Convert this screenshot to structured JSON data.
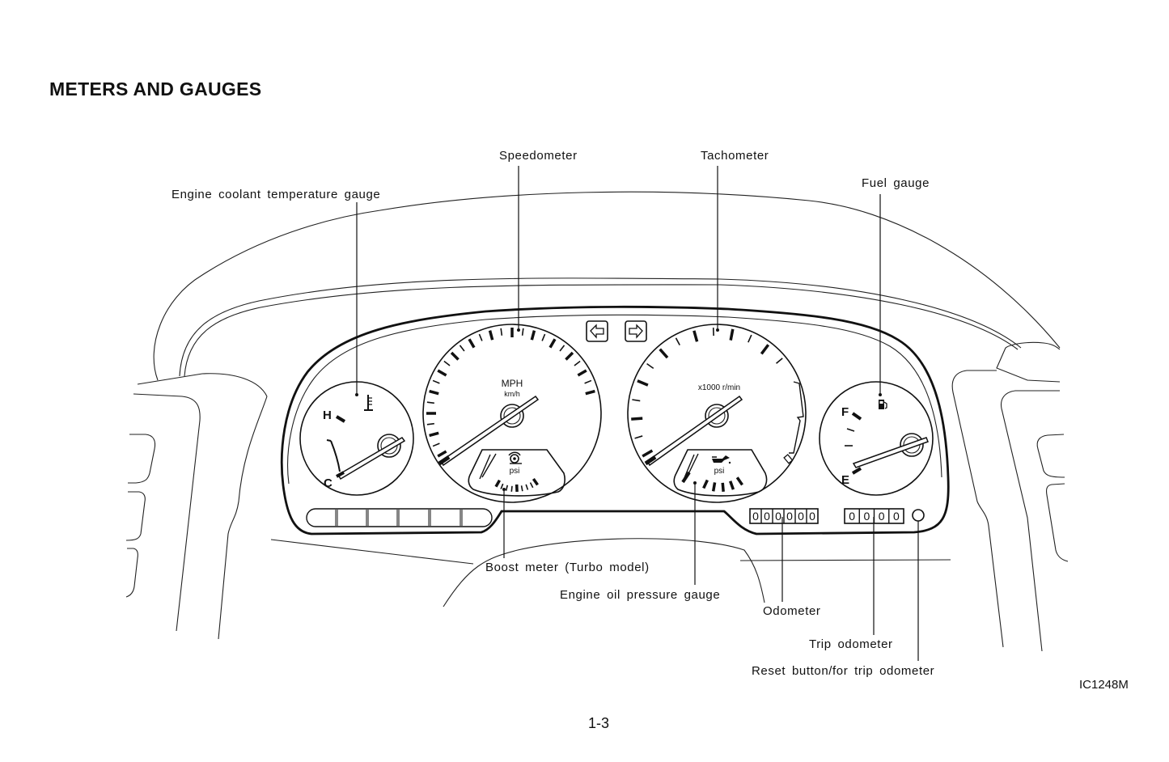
{
  "page": {
    "title": "METERS AND GAUGES",
    "figure_code": "IC1248M",
    "page_number": "1-3"
  },
  "callouts": {
    "speedometer": "Speedometer",
    "tachometer": "Tachometer",
    "coolant_temp": "Engine coolant temperature gauge",
    "fuel": "Fuel gauge",
    "boost": "Boost meter (Turbo model)",
    "oil_pressure": "Engine oil pressure gauge",
    "odometer": "Odometer",
    "trip_odometer": "Trip odometer",
    "reset_button": "Reset button/for trip odometer"
  },
  "dials": {
    "temp": {
      "hot": "H",
      "cold": "C",
      "icon": "coolant-temperature-icon"
    },
    "speedo": {
      "unit_primary": "MPH",
      "unit_secondary": "km/h"
    },
    "boost": {
      "unit": "psi",
      "icon": "turbo-icon"
    },
    "tacho": {
      "unit": "x1000 r/min"
    },
    "oil": {
      "unit": "psi",
      "icon": "oil-can-icon"
    },
    "fuel": {
      "full": "F",
      "empty": "E",
      "icon": "fuel-pump-icon"
    }
  },
  "indicators": {
    "left_turn": "left-turn-arrow-icon",
    "right_turn": "right-turn-arrow-icon"
  },
  "odometer": {
    "digits": [
      "0",
      "0",
      "0",
      "0",
      "0",
      "0"
    ]
  },
  "trip_odometer": {
    "digits": [
      "0",
      "0",
      "0",
      "0"
    ]
  }
}
